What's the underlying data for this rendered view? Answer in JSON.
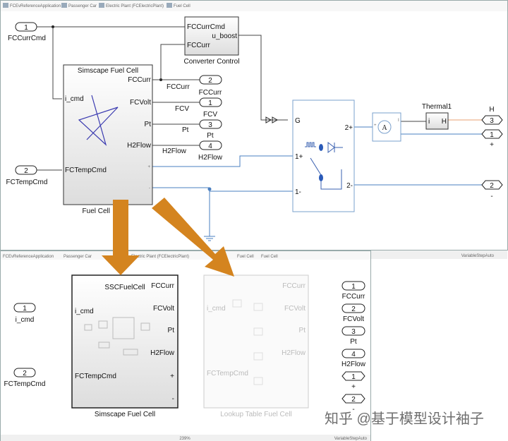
{
  "top_window": {
    "breadcrumb": [
      "FCEvReferenceApplication",
      "Passenger Car",
      "Electric Plant (FCElectricPlant)",
      "Fuel Cell"
    ],
    "status_right": "VariableStepAuto",
    "inports": [
      {
        "num": "1",
        "label": "FCCurrCmd"
      },
      {
        "num": "2",
        "label": "FCTempCmd"
      }
    ],
    "fuel_cell_block": {
      "title": "Simscape Fuel Cell",
      "name": "Fuel Cell",
      "inputs": [
        "i_cmd",
        "FCTempCmd"
      ],
      "outputs": [
        "FCCurr",
        "FCVolt",
        "Pt",
        "H2Flow",
        "+",
        "-"
      ]
    },
    "converter_control": {
      "name": "Converter Control",
      "ports": [
        "FCCurrCmd",
        "FCCurr",
        "u_boost"
      ]
    },
    "signal_labels": [
      "FCCurr",
      "FCV",
      "Pt",
      "H2Flow"
    ],
    "outports": [
      {
        "num": "2",
        "label": "FCCurr"
      },
      {
        "num": "1",
        "label": "FCV"
      },
      {
        "num": "3",
        "label": "Pt"
      },
      {
        "num": "4",
        "label": "H2Flow"
      }
    ],
    "converter": {
      "ports": [
        "G",
        "1+",
        "1-",
        "2+",
        "2-"
      ]
    },
    "ammeter": {
      "symbol": "A",
      "plus": "+",
      "out": "I"
    },
    "thermal": {
      "name": "Thermal1",
      "in": "i",
      "out": "H"
    },
    "right_ports": [
      {
        "num": "3",
        "label": "H"
      },
      {
        "num": "1",
        "label": "+"
      },
      {
        "num": "2",
        "label": "-"
      }
    ]
  },
  "bottom_window": {
    "breadcrumb": [
      "FCEvReferenceApplication",
      "Passenger Car",
      "Electric Plant (FCElectricPlant)",
      "Fuel Cell",
      "Fuel Cell"
    ],
    "zoom": "239%",
    "status_right": "VariableStepAuto",
    "inports": [
      {
        "num": "1",
        "label": "i_cmd"
      },
      {
        "num": "2",
        "label": "FCTempCmd"
      }
    ],
    "ssc_block": {
      "title": "SSCFuelCell",
      "name": "Simscape Fuel Cell",
      "inputs": [
        "i_cmd",
        "FCTempCmd"
      ],
      "outputs": [
        "FCCurr",
        "FCVolt",
        "Pt",
        "H2Flow",
        "+",
        "-"
      ]
    },
    "lookup_block": {
      "name": "Lookup Table Fuel Cell",
      "inputs": [
        "i_cmd",
        "FCTempCmd"
      ],
      "outputs": [
        "FCCurr",
        "FCVolt",
        "Pt",
        "H2Flow"
      ]
    },
    "outports": [
      {
        "num": "1",
        "label": "FCCurr"
      },
      {
        "num": "2",
        "label": "FCVolt"
      },
      {
        "num": "3",
        "label": "Pt"
      },
      {
        "num": "4",
        "label": "H2Flow"
      },
      {
        "num": "1",
        "label": "+"
      },
      {
        "num": "2",
        "label": "-"
      }
    ]
  },
  "watermark": "知乎 @基于模型设计袖子",
  "colors": {
    "arrow": "#d4841f",
    "physical_line": "#4a7fc0",
    "thermal_line": "#e8a070"
  }
}
